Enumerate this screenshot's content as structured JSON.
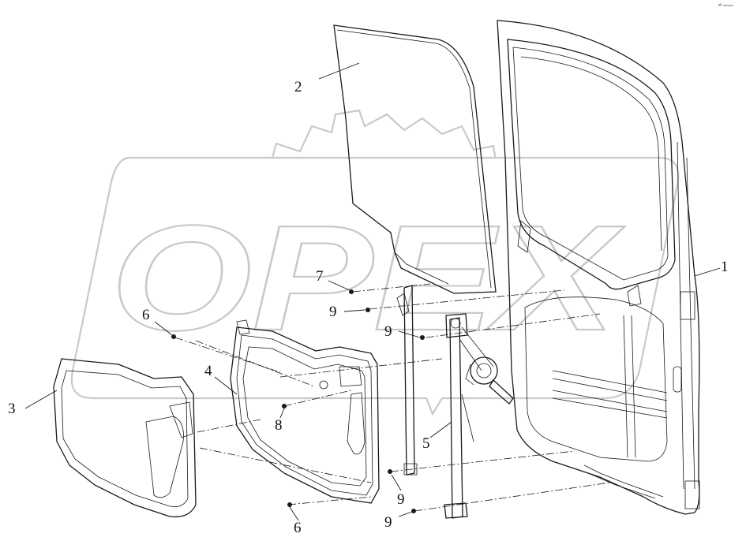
{
  "diagram": {
    "watermark": {
      "text": "OPEX",
      "color": "#c9c9c9"
    },
    "corner_mark": "ᵃᵇ ═══",
    "callouts": [
      {
        "id": "c1",
        "label": "1"
      },
      {
        "id": "c2",
        "label": "2"
      },
      {
        "id": "c3",
        "label": "3"
      },
      {
        "id": "c4",
        "label": "4"
      },
      {
        "id": "c5",
        "label": "5"
      },
      {
        "id": "c6a",
        "label": "6"
      },
      {
        "id": "c6b",
        "label": "6"
      },
      {
        "id": "c7",
        "label": "7"
      },
      {
        "id": "c8",
        "label": "8"
      },
      {
        "id": "c9a",
        "label": "9"
      },
      {
        "id": "c9b",
        "label": "9"
      },
      {
        "id": "c9c",
        "label": "9"
      },
      {
        "id": "c9d",
        "label": "9"
      }
    ],
    "colors": {
      "line": "#1a1a1a",
      "background": "#ffffff"
    }
  }
}
